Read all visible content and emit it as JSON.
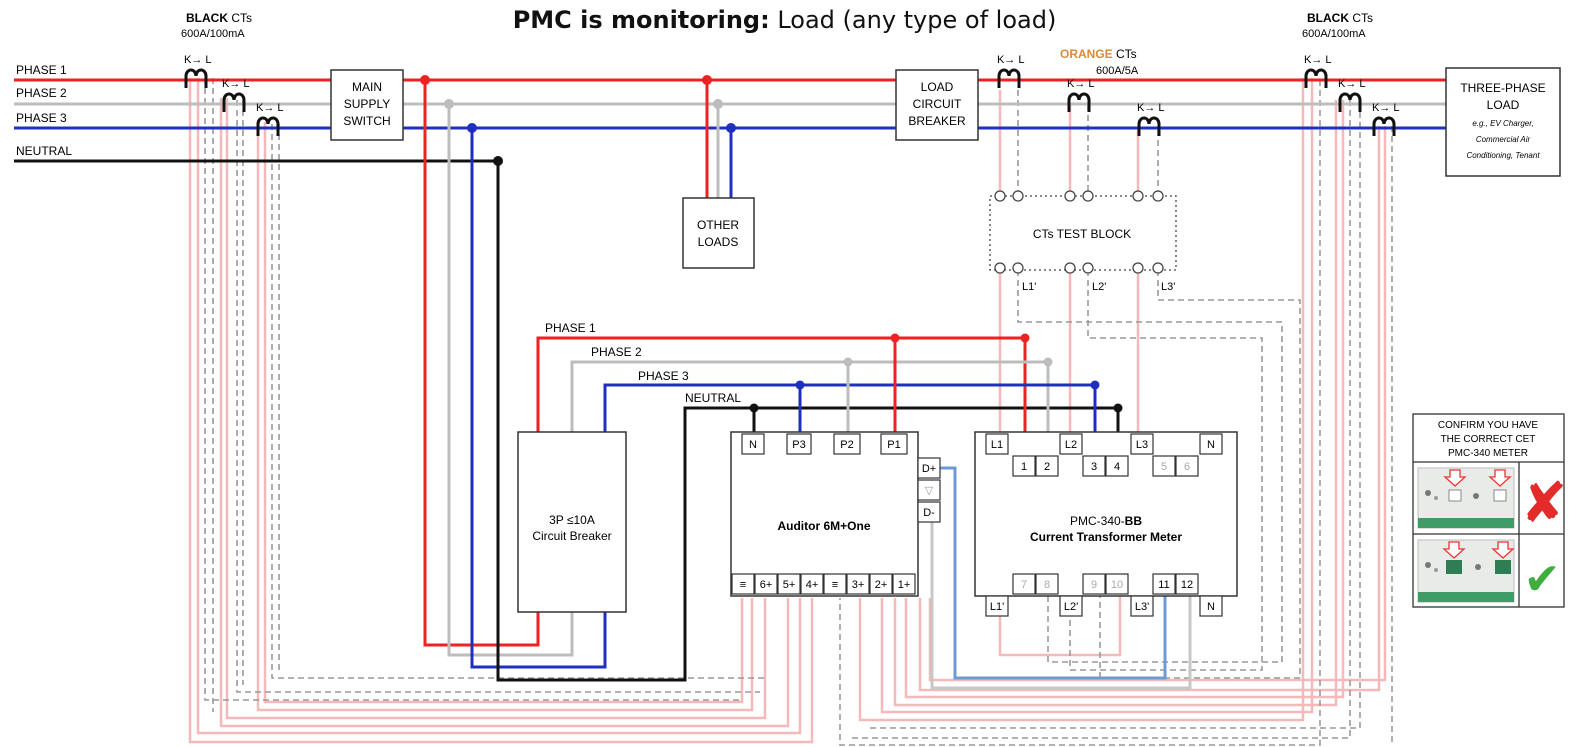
{
  "title": {
    "bold": "PMC is monitoring:",
    "rest": " Load (any type of load)"
  },
  "ct_groups": {
    "black_left": {
      "color_word": "BLACK",
      "word": " CTs",
      "rating": "600A/100mA"
    },
    "orange": {
      "color_word": "ORANGE",
      "word": " CTs",
      "rating": "600A/5A"
    },
    "black_right": {
      "color_word": "BLACK",
      "word": " CTs",
      "rating": "600A/100mA"
    },
    "kl_label": "K→ L"
  },
  "lines": {
    "phase1": "PHASE 1",
    "phase2": "PHASE 2",
    "phase3": "PHASE 3",
    "neutral": "NEUTRAL"
  },
  "boxes": {
    "main_switch": [
      "MAIN",
      "SUPPLY",
      "SWITCH"
    ],
    "load_breaker": [
      "LOAD",
      "CIRCUIT",
      "BREAKER"
    ],
    "other_loads": [
      "OTHER",
      "LOADS"
    ],
    "three_phase_load": {
      "lines": [
        "THREE-PHASE",
        "LOAD"
      ],
      "examples": [
        "e.g., EV Charger,",
        "Commercial Air",
        "Conditioning, Tenant"
      ]
    },
    "test_block": {
      "label": "CTs TEST BLOCK",
      "l1": "L1'",
      "l2": "L2'",
      "l3": "L3'"
    },
    "breaker": [
      "3P ≤10A",
      "Circuit Breaker"
    ],
    "auditor": {
      "name": "Auditor 6M+One",
      "top_terminals": [
        "N",
        "P3",
        "P2",
        "P1"
      ],
      "bottom_terminals": [
        "≡",
        "6+",
        "5+",
        "4+",
        "≡",
        "3+",
        "2+",
        "1+"
      ],
      "side_terminals": [
        "D+",
        "▽",
        "D-"
      ]
    },
    "pmc": {
      "name_a": "PMC-340-",
      "name_b": "BB",
      "subtitle": "Current Transformer Meter",
      "top_labels": [
        "L1",
        "L2",
        "L3",
        "N"
      ],
      "top_nums": [
        "1",
        "2",
        "3",
        "4",
        "5",
        "6"
      ],
      "bottom_labels": [
        "L1'",
        "L2'",
        "L3'",
        "N"
      ],
      "bottom_nums": [
        "7",
        "8",
        "9",
        "10",
        "11",
        "12"
      ]
    }
  },
  "lower_feed": {
    "phase1": "PHASE 1",
    "phase2": "PHASE 2",
    "phase3": "PHASE 3",
    "neutral": "NEUTRAL"
  },
  "confirm_panel": {
    "lines": [
      "CONFIRM YOU HAVE",
      "THE CORRECT CET",
      "PMC-340 METER"
    ],
    "wrong": "✘",
    "right": "✔"
  },
  "colors": {
    "phase1": "#ee2222",
    "phase2": "#b8b8b8",
    "phase3": "#1f2fc0",
    "neutral": "#111111",
    "ct_pink": "#f6b9b9",
    "dashed": "#999999",
    "orange": "#d98a3a",
    "data": "#6b9ad6"
  }
}
